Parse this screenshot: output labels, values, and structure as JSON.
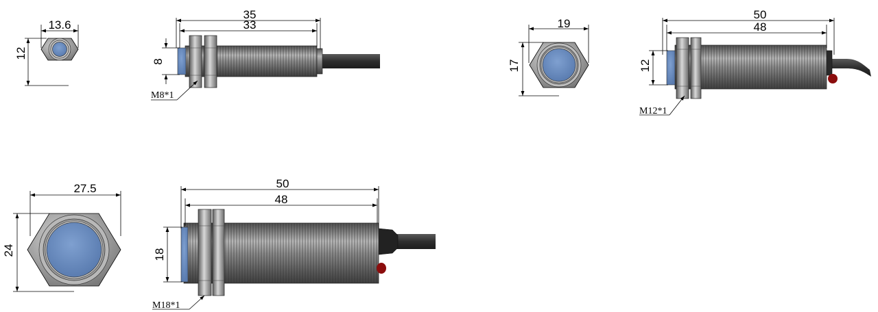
{
  "colors": {
    "face": "#6f8fc0",
    "face_dark": "#4a6a9c",
    "metal_light": "#d4d4d4",
    "metal_mid": "#9e9e9e",
    "metal_dark": "#585858",
    "cable": "#3a3a3a",
    "led": "#8b0d0d",
    "line": "#000000"
  },
  "sensors": [
    {
      "id": "m8",
      "front": {
        "width_label": "13.6",
        "height_label": "12"
      },
      "side": {
        "overall_label": "35",
        "body_label": "33",
        "face_label": "8",
        "thread_label": "M8*1"
      }
    },
    {
      "id": "m12",
      "front": {
        "width_label": "19",
        "height_label": "17"
      },
      "side": {
        "overall_label": "50",
        "body_label": "48",
        "face_label": "12",
        "thread_label": "M12*1"
      }
    },
    {
      "id": "m18",
      "front": {
        "width_label": "27.5",
        "height_label": "24"
      },
      "side": {
        "overall_label": "50",
        "body_label": "48",
        "face_label": "18",
        "thread_label": "M18*1"
      }
    }
  ]
}
